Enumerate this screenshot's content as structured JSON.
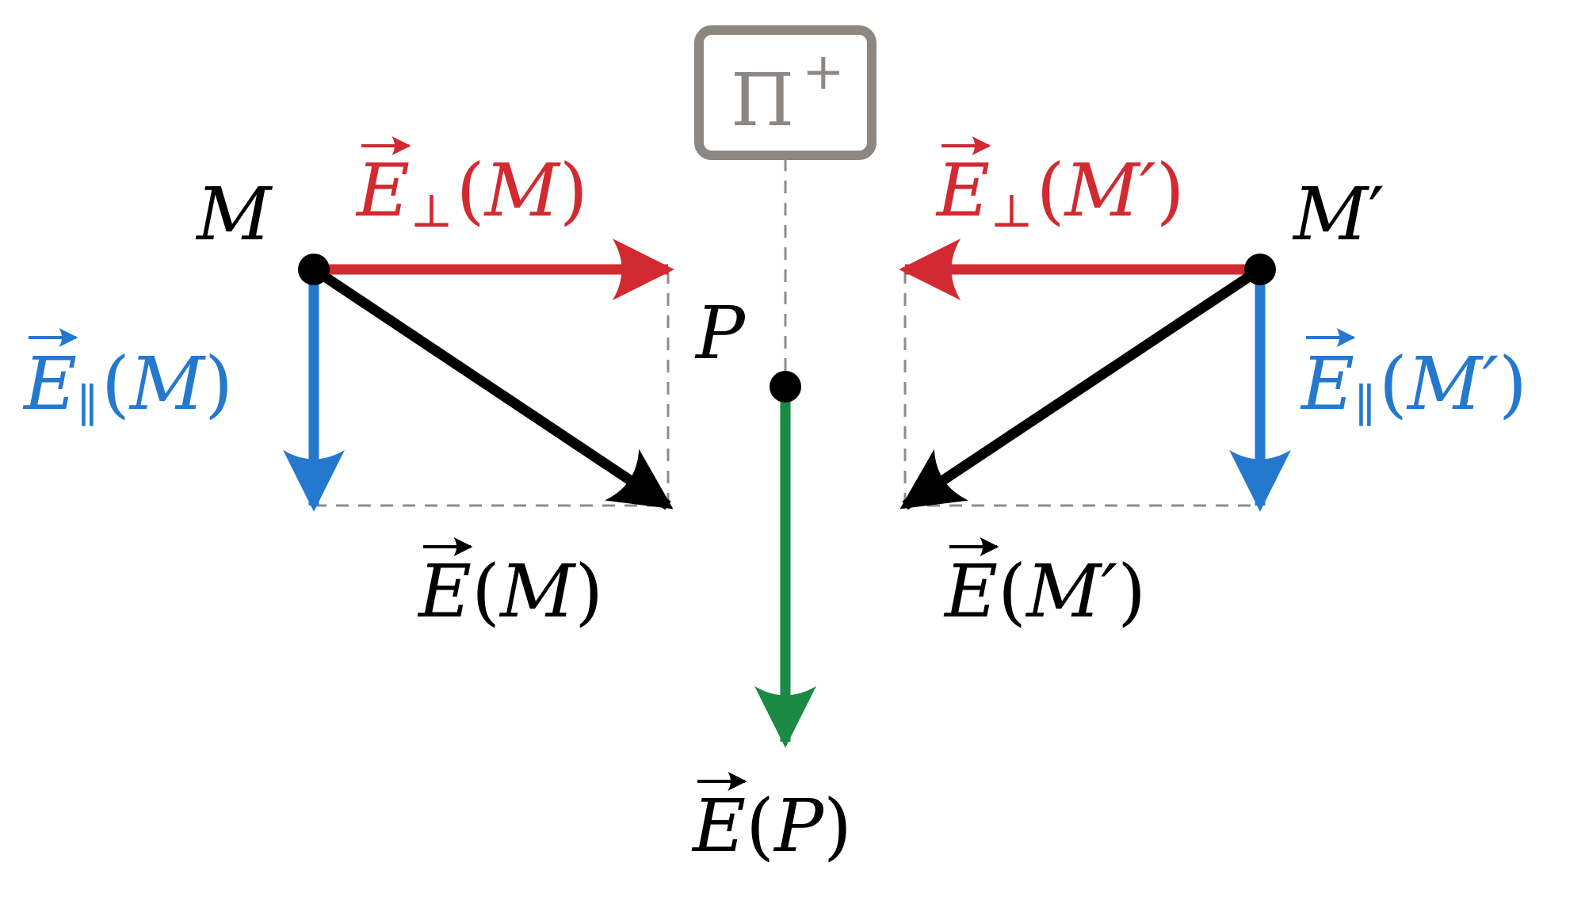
{
  "plane": {
    "symbol": "Π",
    "sup": "+"
  },
  "points": {
    "M": {
      "letter": "M",
      "prime": ""
    },
    "Mp": {
      "letter": "M",
      "prime": "′"
    },
    "P": {
      "letter": "P"
    }
  },
  "vectors": {
    "E": "E",
    "perp_sub": "⊥",
    "par_sub": "∥",
    "open_paren": "(",
    "close_paren": ")",
    "M": "M",
    "Mp": "M′",
    "P": "P"
  },
  "colors": {
    "perp": "#d12a30",
    "par": "#2479cf",
    "field": "#000000",
    "result": "#1a8a45",
    "plane_box": "#8c8782",
    "guide": "#8c8c8c"
  }
}
